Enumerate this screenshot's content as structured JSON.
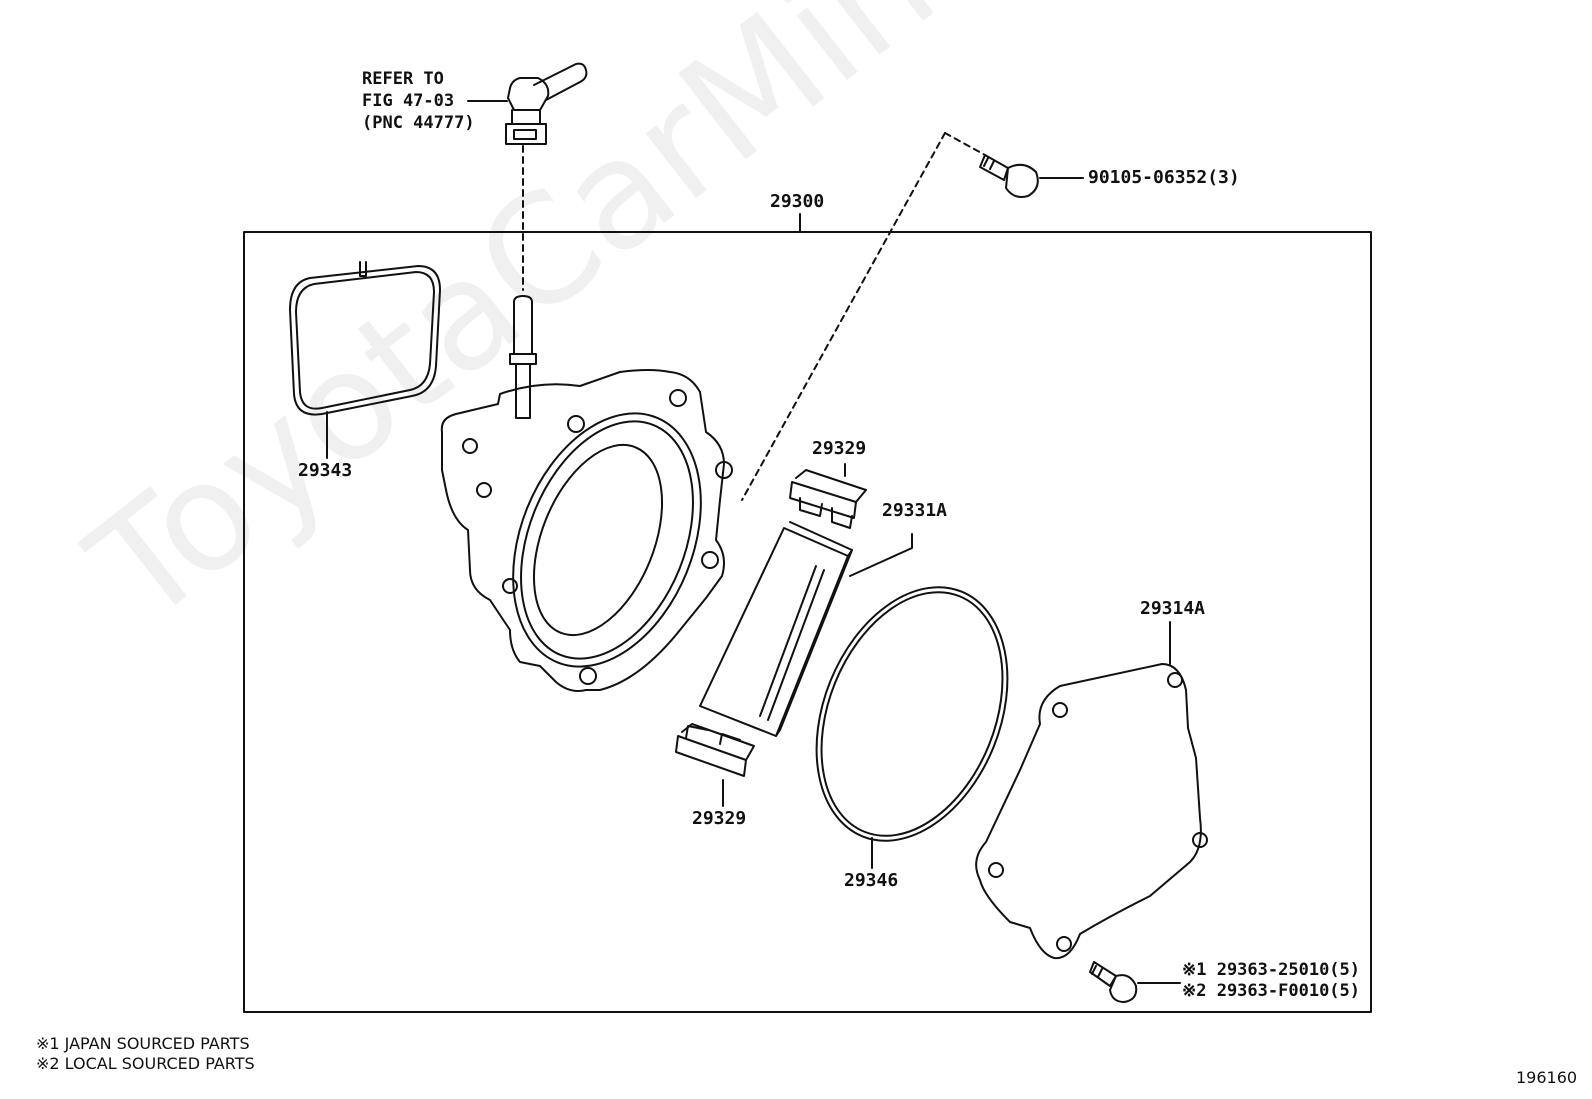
{
  "watermark": "ToyotaCarMine.ru",
  "refer": {
    "line1": "REFER TO",
    "line2": "FIG 47-03",
    "line3": "(PNC 44777)"
  },
  "parts": {
    "assembly": "29300",
    "bolt_top": "90105-06352(3)",
    "gasket_left": "29343",
    "vane_top": "29329",
    "rotor": "29331A",
    "vane_bottom": "29329",
    "oring": "29346",
    "cover": "29314A",
    "bolt_cover_1": "※1 29363-25010(5)",
    "bolt_cover_2": "※2 29363-F0010(5)"
  },
  "footnotes": {
    "note1": "※1  JAPAN SOURCED PARTS",
    "note2": "※2  LOCAL SOURCED PARTS"
  },
  "figure_number": "196160",
  "colors": {
    "line": "#111111",
    "watermark": "#e8e8e8"
  }
}
